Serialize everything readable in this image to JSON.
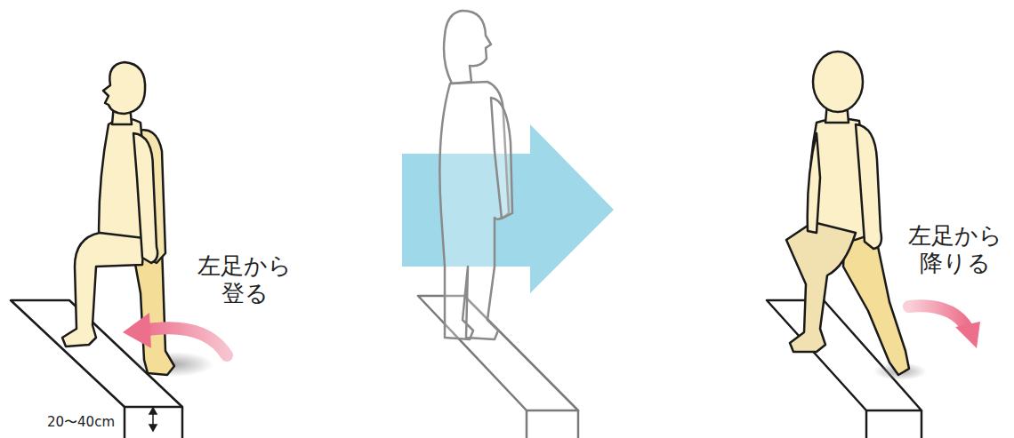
{
  "diagram": {
    "labels": [
      "左足から 登る",
      "20〜40cm",
      "左足から 降りる"
    ]
  }
}
